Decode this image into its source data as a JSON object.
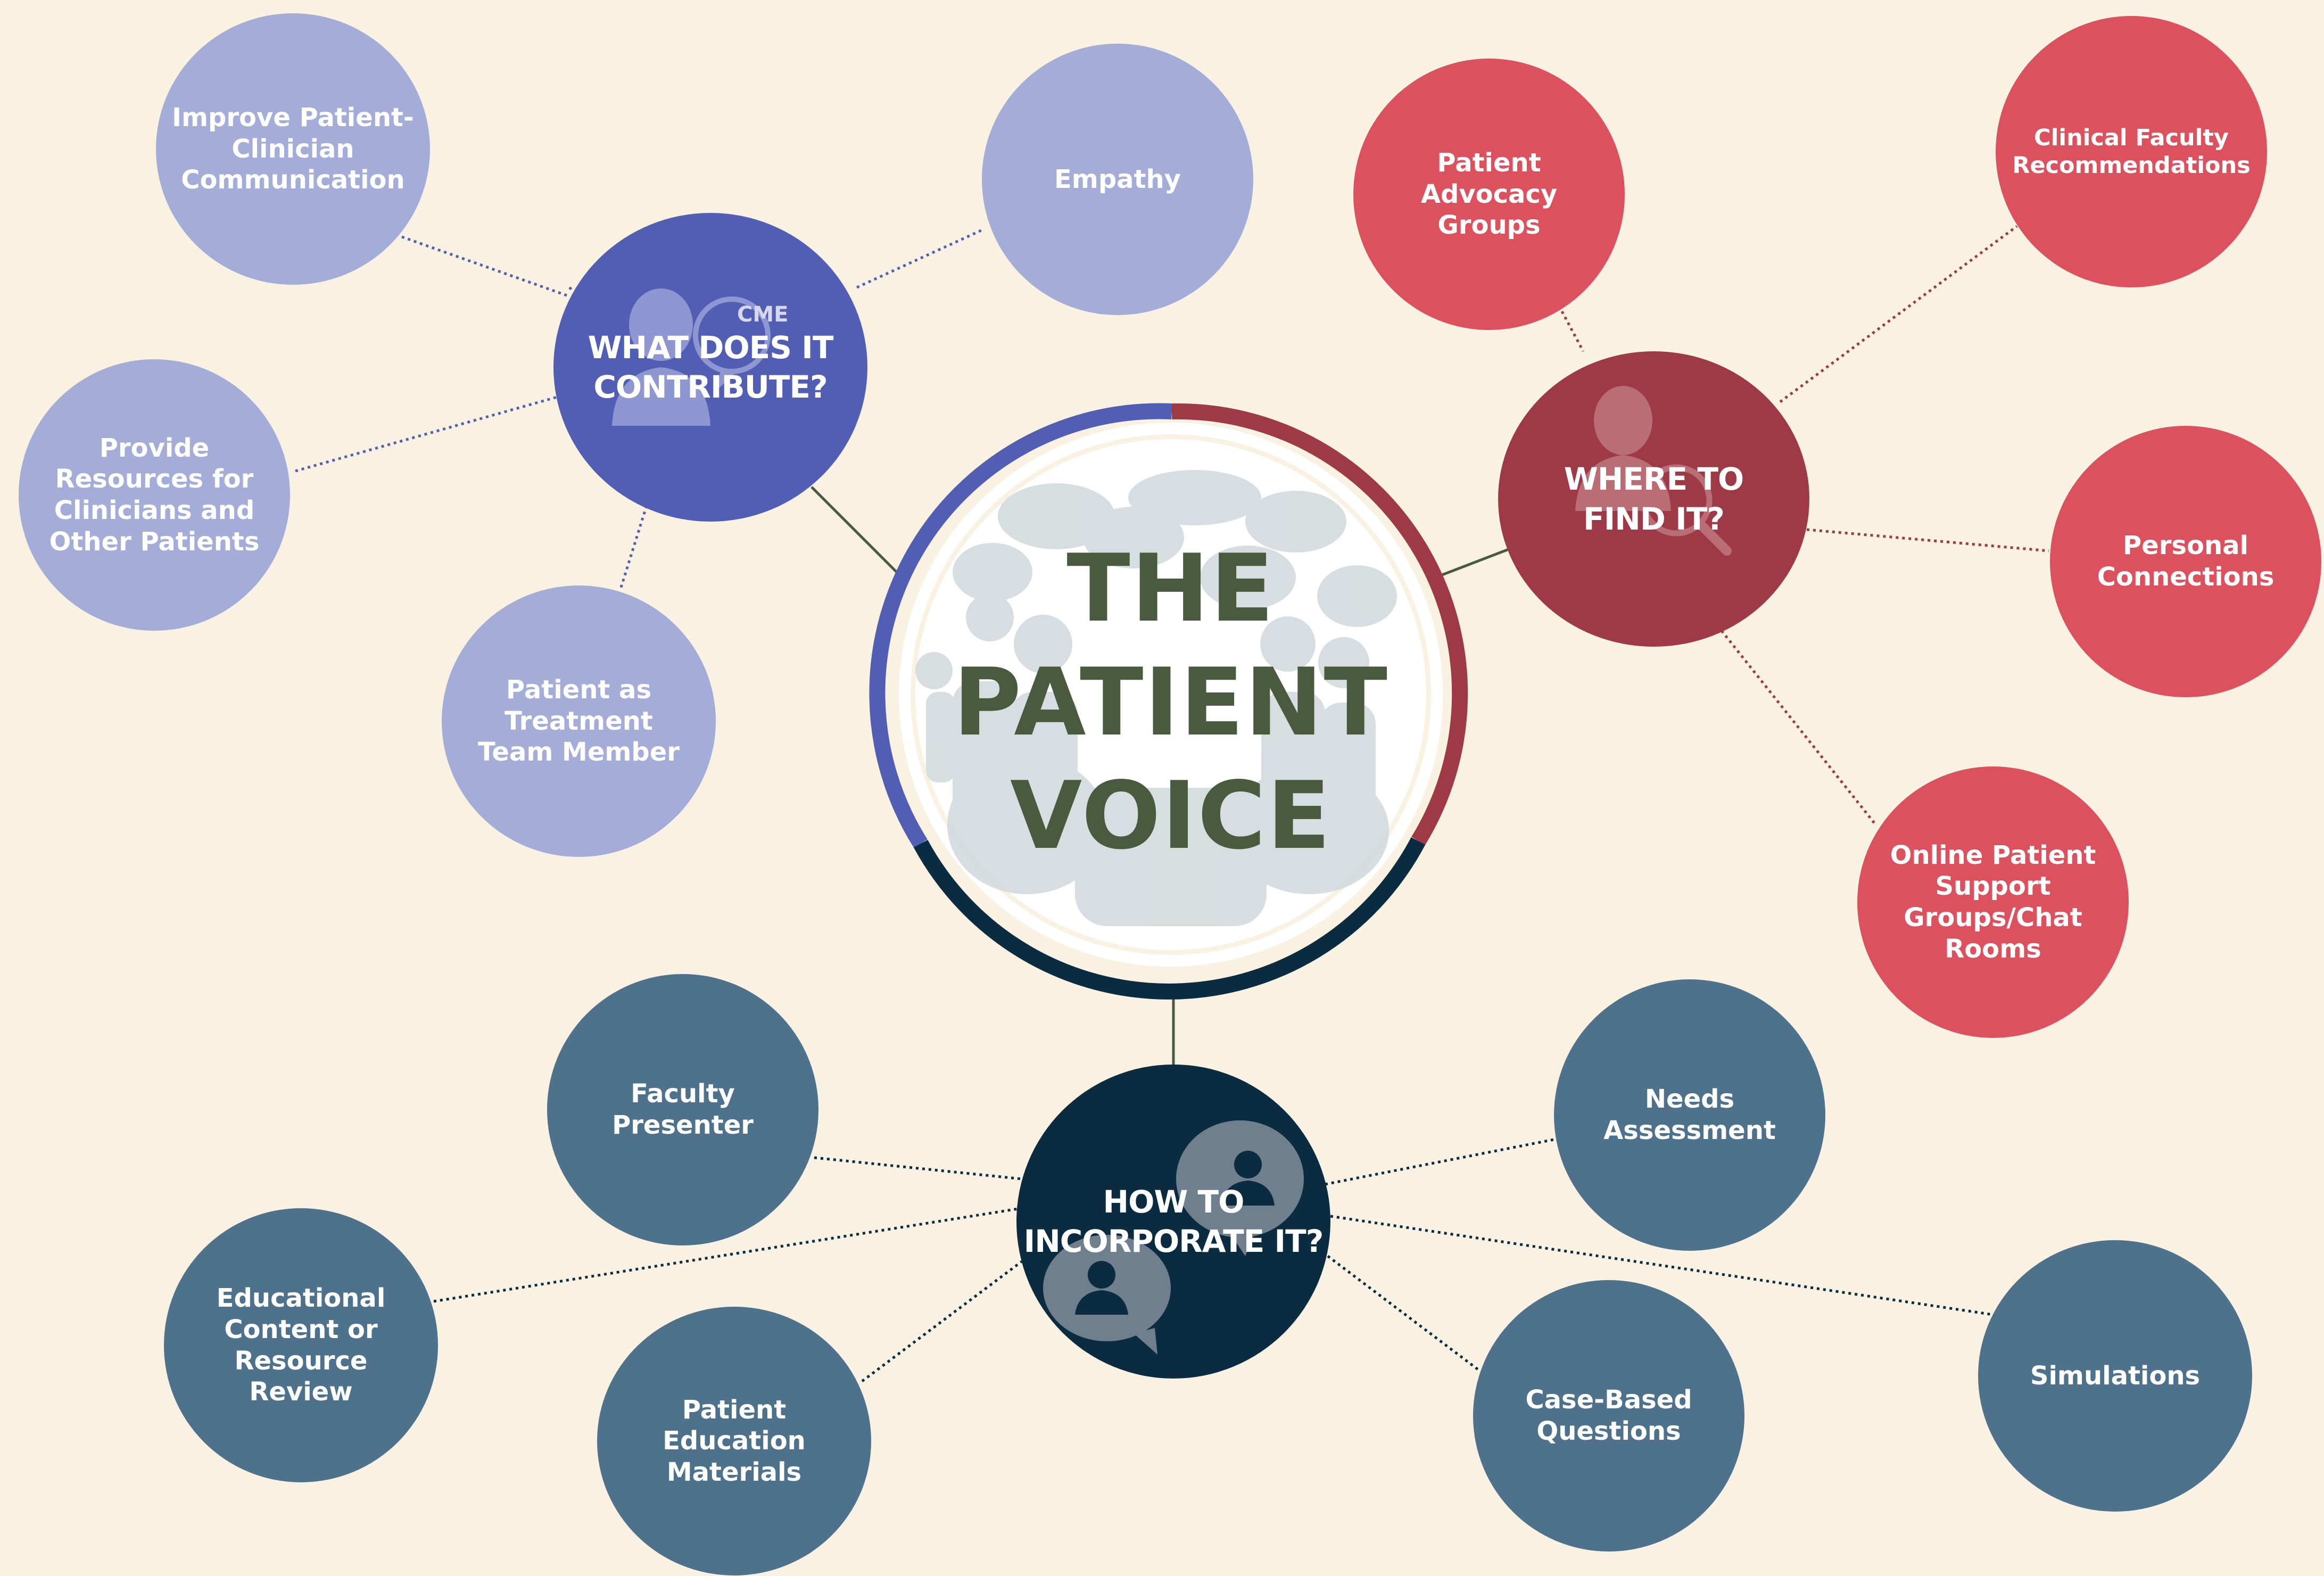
{
  "title": "THE\nPATIENT\nVOICE",
  "colors": {
    "background": "#f9f1e1",
    "contribute": "#525eb3",
    "contribute_leaf": "#a4acd8",
    "find": "#9e3a46",
    "find_leaf": "#db525e",
    "incorporate": "#0a2b40",
    "incorporate_leaf": "#4e728b",
    "title_text": "#4a5a3f"
  },
  "hubs": {
    "contribute": {
      "label": "WHAT DOES IT\nCONTRIBUTE?",
      "tag": "CME",
      "icon": "person-speech-bubble-icon"
    },
    "find": {
      "label": "WHERE TO\nFIND IT?",
      "icon": "person-magnifier-icon"
    },
    "incorporate": {
      "label": "HOW TO\nINCORPORATE IT?",
      "icon": "chat-bubbles-people-icon"
    }
  },
  "contribute_items": [
    "Improve Patient-\nClinician\nCommunication",
    "Empathy",
    "Provide\nResources for\nClinicians and\nOther Patients",
    "Patient as\nTreatment\nTeam Member"
  ],
  "find_items": [
    "Patient\nAdvocacy\nGroups",
    "Clinical Faculty\nRecommendations",
    "Personal\nConnections",
    "Online Patient\nSupport\nGroups/Chat\nRooms"
  ],
  "incorporate_items": [
    "Faculty\nPresenter",
    "Educational\nContent or\nResource Review",
    "Patient\nEducation\nMaterials",
    "Needs\nAssessment",
    "Case-Based\nQuestions",
    "Simulations"
  ]
}
